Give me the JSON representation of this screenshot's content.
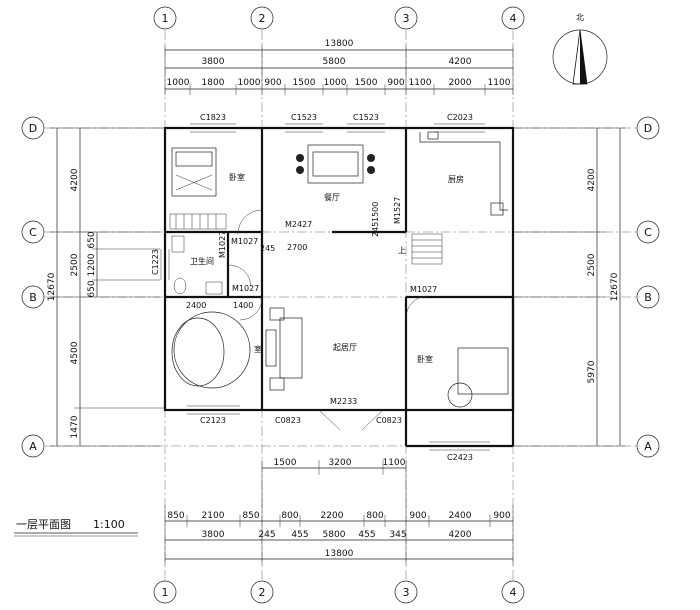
{
  "north": {
    "label": "北"
  },
  "title": {
    "name": "一层平面图",
    "scale": "1:100"
  },
  "axes": {
    "vertical": [
      "1",
      "2",
      "3",
      "4"
    ],
    "horizontal": [
      "D",
      "C",
      "B",
      "A"
    ]
  },
  "top_dims": {
    "total": "13800",
    "spans": [
      "3800",
      "5800",
      "4200"
    ],
    "details": [
      "1000",
      "1800",
      "1000",
      "900",
      "1500",
      "1000",
      "1500",
      "900",
      "1100",
      "2000",
      "1100"
    ]
  },
  "bottom_dims": {
    "openings": [
      "1500",
      "3200",
      "1100"
    ],
    "details": [
      "850",
      "2100",
      "850",
      "800",
      "2200",
      "800",
      "900",
      "2400",
      "900"
    ],
    "spans": [
      "3800",
      "5800",
      "4200"
    ],
    "small": [
      "245",
      "455",
      "455",
      "345"
    ],
    "total": "13800"
  },
  "left_dims": {
    "spans": [
      "4200",
      "2500",
      "4500",
      "1470"
    ],
    "details": [
      "650",
      "1200",
      "650"
    ],
    "total": "12670"
  },
  "right_dims": {
    "spans": [
      "4200",
      "2500",
      "5970"
    ],
    "total": "12670"
  },
  "rooms": {
    "bedroom_nw": "卧室",
    "dining": "餐厅",
    "kitchen": "厨房",
    "bath": "卫生间",
    "living": "起居厅",
    "bedroom_se": "卧室",
    "bedroom_sw_partial": "室",
    "stair_up": "上"
  },
  "openings": {
    "C1823": "C1823",
    "C1523a": "C1523",
    "C1523b": "C1523",
    "C2023": "C2023",
    "M2427": "M2427",
    "M1527": "M1527",
    "M1027a": "M1027",
    "M1027b": "M1027",
    "M1027c": "M1027",
    "M1027d": "M1027",
    "C1223": "C1223",
    "M2233": "M2233",
    "C0823a": "C0823",
    "C0823b": "C0823",
    "C2123": "C2123",
    "C2423": "C2423",
    "dim_2700": "2700",
    "dim_245": "245",
    "dim_1500": "1500",
    "dim_2400": "2400",
    "dim_1400": "1400"
  }
}
